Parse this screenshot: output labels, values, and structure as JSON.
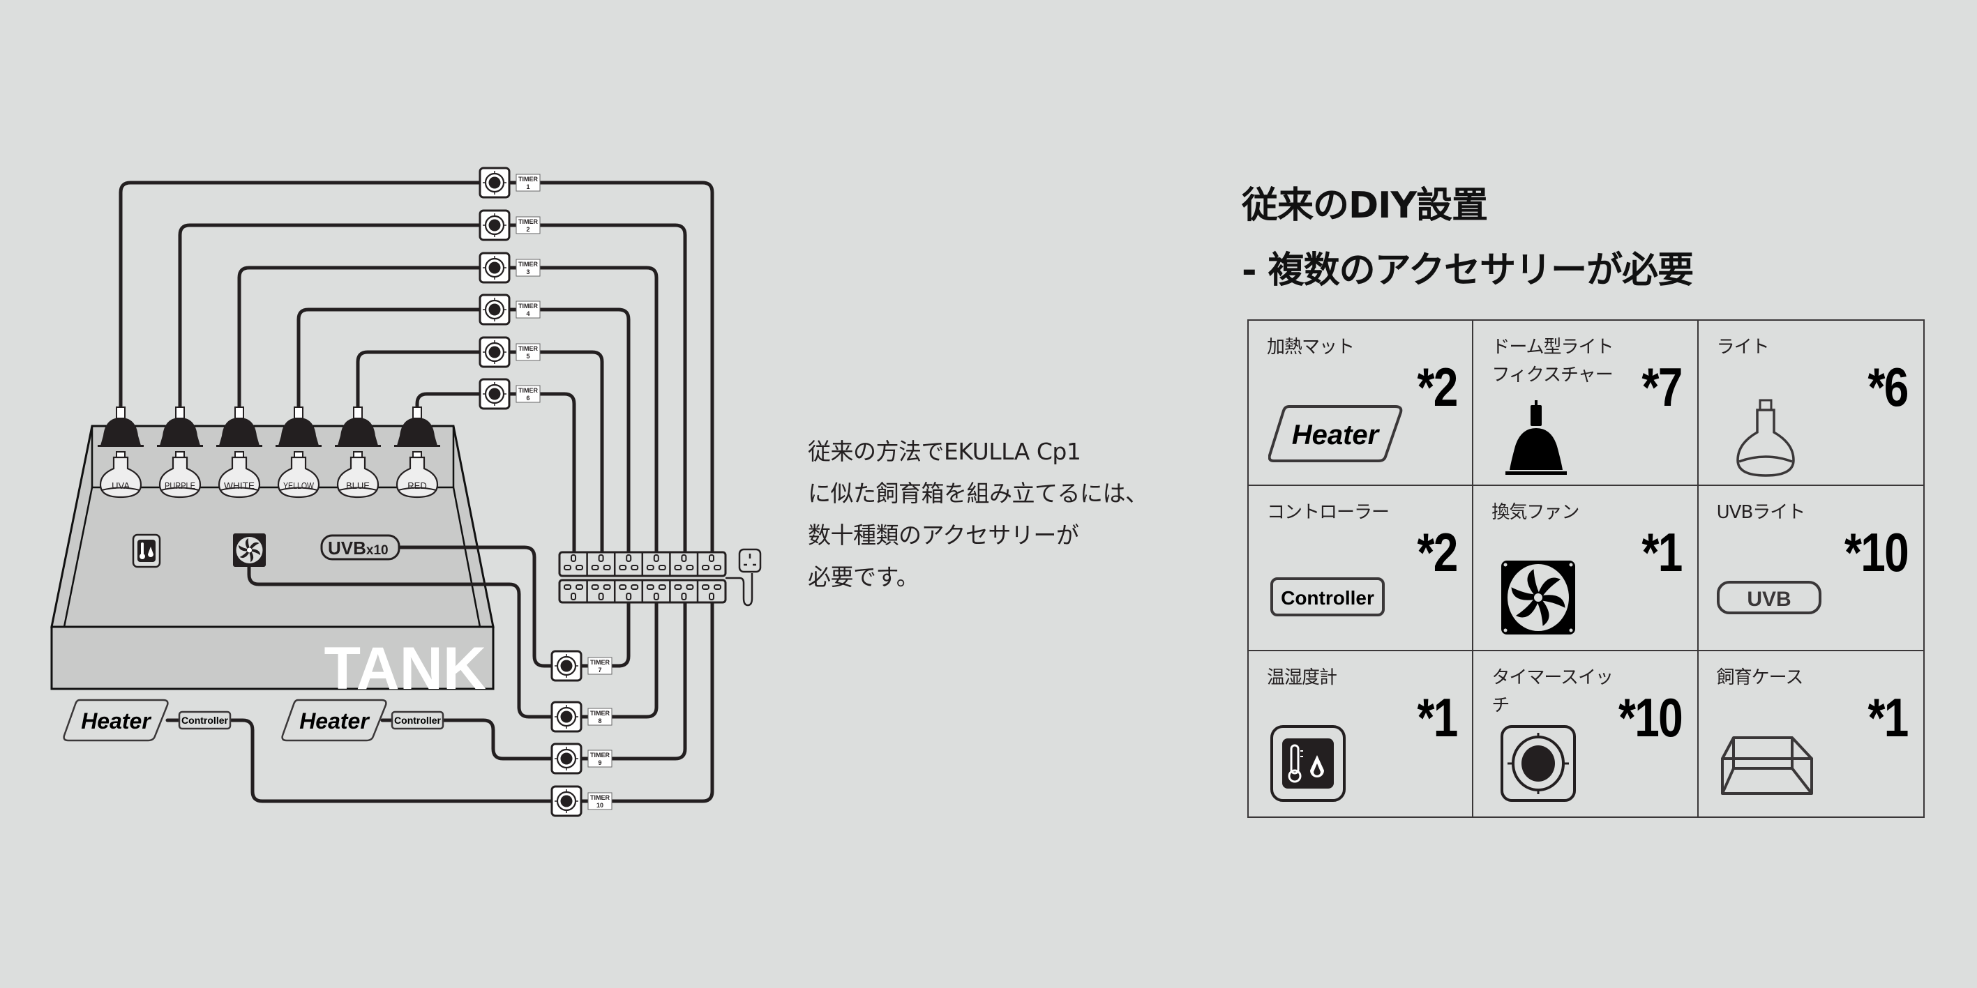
{
  "diagram": {
    "tank_label": "TANK",
    "lamps": [
      {
        "label": "UVA",
        "timer": 1
      },
      {
        "label": "PURPLE",
        "timer": 2
      },
      {
        "label": "WHITE",
        "timer": 3
      },
      {
        "label": "YELLOW",
        "timer": 4
      },
      {
        "label": "BLUE",
        "timer": 5
      },
      {
        "label": "RED",
        "timer": 6
      }
    ],
    "timer_word": "TIMER",
    "timers": [
      "1",
      "2",
      "3",
      "4",
      "5",
      "6",
      "7",
      "8",
      "9",
      "10"
    ],
    "uvb_label": "UVB",
    "uvb_suffix": "x10",
    "heaters": [
      {
        "label": "Heater",
        "controller": "Controller",
        "timer": 10
      },
      {
        "label": "Heater",
        "controller": "Controller",
        "timer": 9
      }
    ],
    "power_strip_sockets": 12
  },
  "intro": {
    "lines": [
      "従来の方法でEKULLA Cp1",
      "に似た飼育箱を組み立てるには、",
      "数十種類のアクセサリーが",
      "必要です。"
    ]
  },
  "header": {
    "title": "従来のDIY設置",
    "subtitle": "- 複数のアクセサリーが必要"
  },
  "accessories": [
    {
      "label": "加熱マット",
      "count": "*2",
      "icon": "heater-icon",
      "icon_text": "Heater"
    },
    {
      "label": "ドーム型ライトフィクスチャー",
      "count": "*7",
      "icon": "dome-lamp-icon"
    },
    {
      "label": "ライト",
      "count": "*6",
      "icon": "bulb-icon"
    },
    {
      "label": "コントローラー",
      "count": "*2",
      "icon": "controller-icon",
      "icon_text": "Controller"
    },
    {
      "label": "換気ファン",
      "count": "*1",
      "icon": "fan-icon"
    },
    {
      "label": "UVBライト",
      "count": "*10",
      "icon": "uvb-icon",
      "icon_text": "UVB"
    },
    {
      "label": "温湿度計",
      "count": "*1",
      "icon": "hygrometer-icon"
    },
    {
      "label": "タイマースイッチ",
      "count": "*10",
      "icon": "timer-switch-icon"
    },
    {
      "label": "飼育ケース",
      "count": "*1",
      "icon": "enclosure-icon"
    }
  ]
}
